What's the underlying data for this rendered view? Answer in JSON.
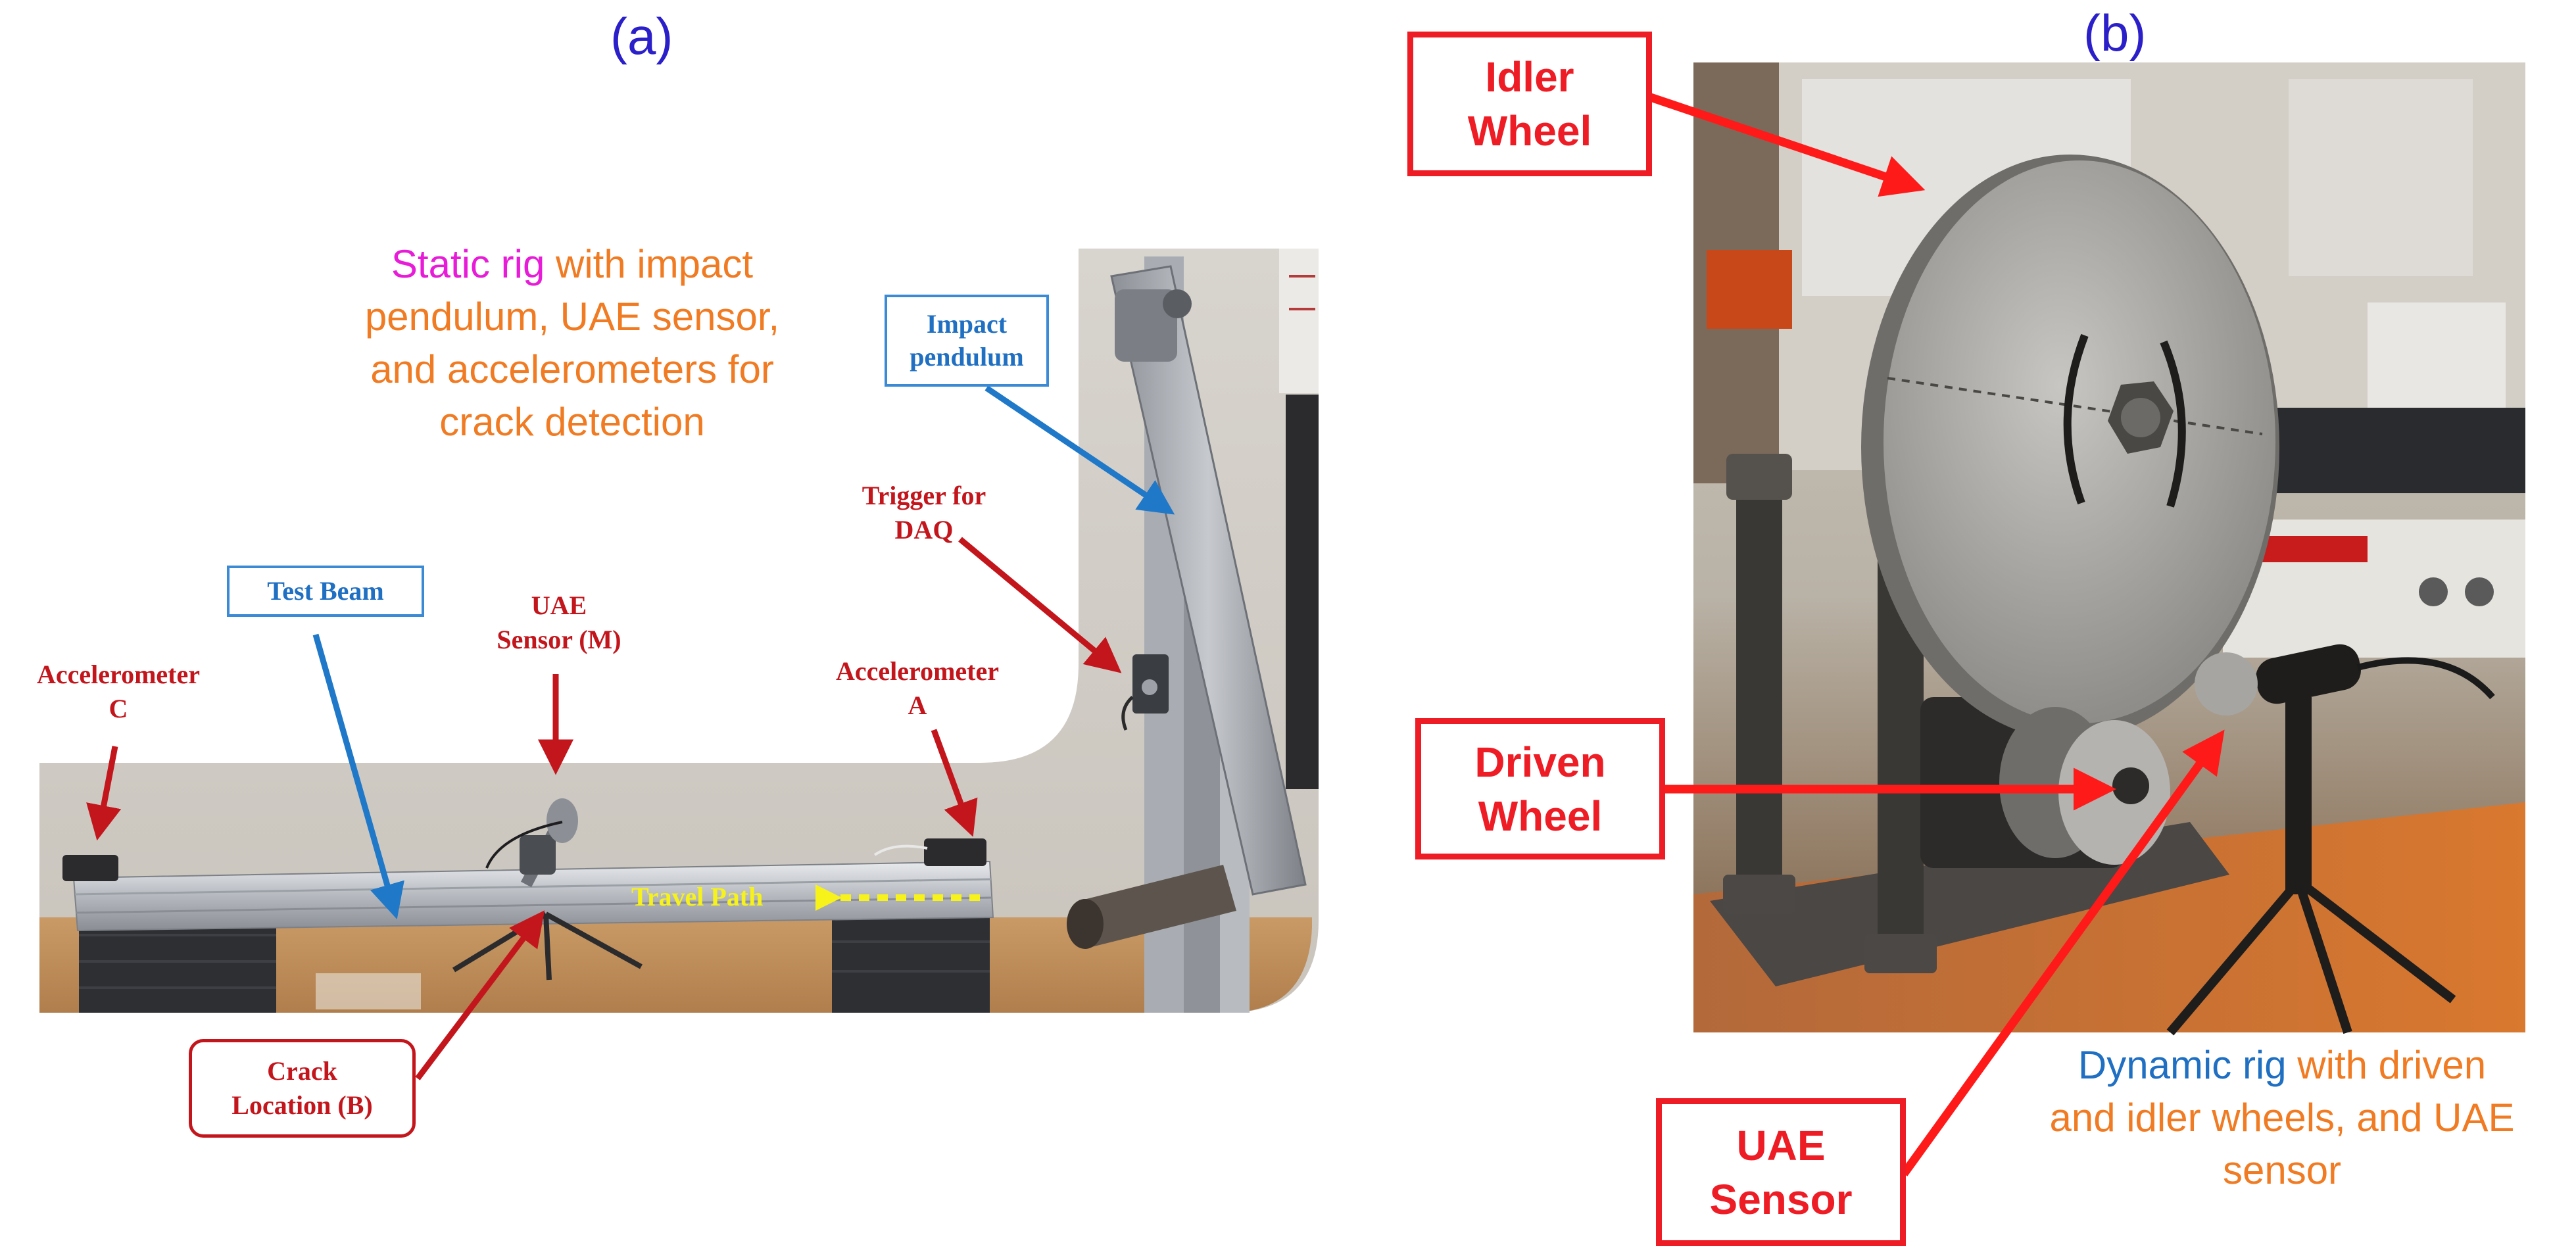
{
  "panels": {
    "a": {
      "tag": "(a)",
      "caption": {
        "highlight": "Static rig",
        "rest": " with impact\npendulum, UAE sensor,\nand accelerometers for\ncrack detection"
      },
      "labels": {
        "impact_pendulum": "Impact\npendulum",
        "trigger": "Trigger for\nDAQ",
        "test_beam": "Test Beam",
        "uae_sensor": "UAE\nSensor (M)",
        "accelerometer_c": "Accelerometer\nC",
        "accelerometer_a": "Accelerometer\nA",
        "travel_path": "Travel Path",
        "crack_location": "Crack\nLocation (B)"
      }
    },
    "b": {
      "tag": "(b)",
      "caption": {
        "highlight": "Dynamic rig",
        "rest": " with driven\nand idler wheels, and UAE\nsensor"
      },
      "labels": {
        "idler_wheel": "Idler\nWheel",
        "driven_wheel": "Driven\nWheel",
        "uae_sensor": "UAE\nSensor"
      }
    }
  },
  "colors": {
    "panel_tag": "#2a1fc9",
    "caption_orange": "#f07b22",
    "caption_magenta": "#e81cd8",
    "caption_blue": "#1f6fc2",
    "annotation_red": "#c3161c",
    "callout_red": "#ee1c24",
    "callout_blue": "#1f6fc2",
    "travel_yellow": "#f6f21a"
  }
}
